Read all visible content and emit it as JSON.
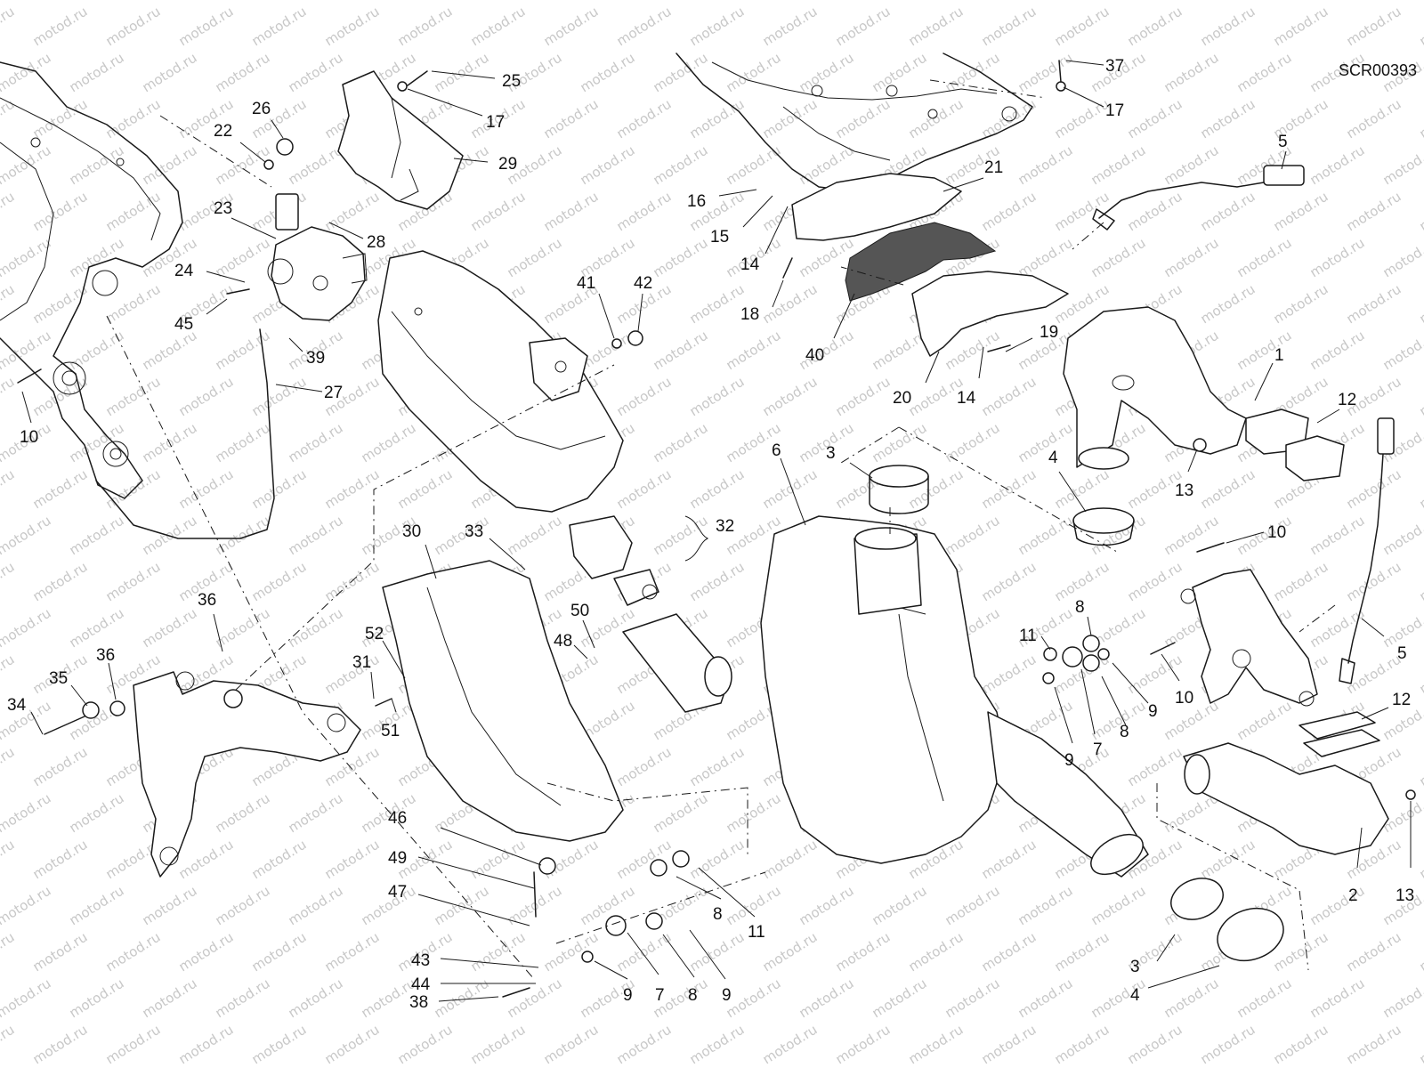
{
  "drawing_code": "SCR00393",
  "watermark_text": "motod.ru",
  "colors": {
    "line": "#1a1a1a",
    "heat_shield_fill": "#555555",
    "watermark": "#c8c8c8"
  },
  "callouts": {
    "c1": "1",
    "c2": "2",
    "c3a": "3",
    "c3b": "3",
    "c4a": "4",
    "c4b": "4",
    "c5a": "5",
    "c5b": "5",
    "c6": "6",
    "c7a": "7",
    "c7b": "7",
    "c8a": "8",
    "c8b": "8",
    "c8c": "8",
    "c8d": "8",
    "c9a": "9",
    "c9b": "9",
    "c9c": "9",
    "c9d": "9",
    "c10a": "10",
    "c10b": "10",
    "c10c": "10",
    "c11a": "11",
    "c11b": "11",
    "c12a": "12",
    "c12b": "12",
    "c13a": "13",
    "c13b": "13",
    "c14a": "14",
    "c14b": "14",
    "c15": "15",
    "c16": "16",
    "c17a": "17",
    "c17b": "17",
    "c18": "18",
    "c19": "19",
    "c20": "20",
    "c21": "21",
    "c22": "22",
    "c23": "23",
    "c24": "24",
    "c25": "25",
    "c26": "26",
    "c27": "27",
    "c28": "28",
    "c29": "29",
    "c30": "30",
    "c31": "31",
    "c32": "32",
    "c33": "33",
    "c34": "34",
    "c35": "35",
    "c36a": "36",
    "c36b": "36",
    "c37": "37",
    "c38": "38",
    "c39": "39",
    "c40": "40",
    "c41": "41",
    "c42": "42",
    "c43": "43",
    "c44": "44",
    "c45": "45",
    "c46": "46",
    "c47": "47",
    "c48": "48",
    "c49": "49",
    "c50": "50",
    "c51": "51",
    "c52": "52"
  }
}
